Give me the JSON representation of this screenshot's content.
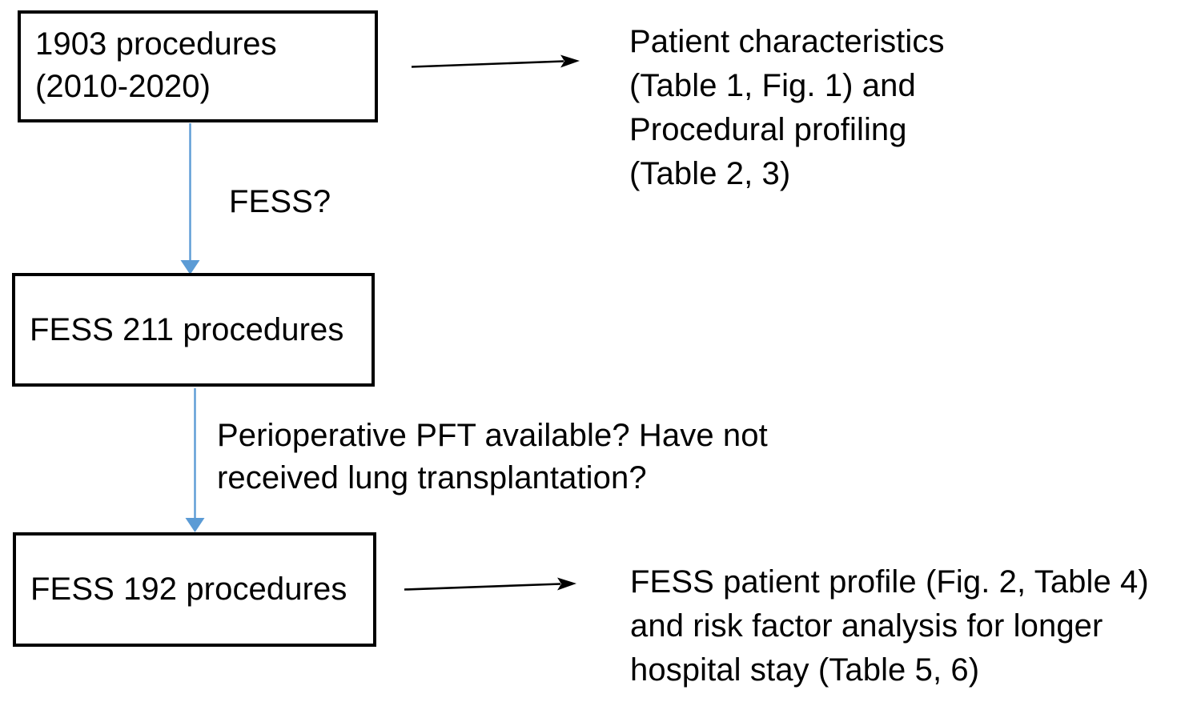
{
  "diagram": {
    "type": "flowchart",
    "title": "FESS study cohort selection flow",
    "background_color": "#ffffff",
    "box_border_color": "#000000",
    "vertical_arrow_color": "#5B9BD5",
    "horizontal_arrow_color": "#000000",
    "text_color": "#000000"
  },
  "boxes": [
    {
      "id": "cohort",
      "label": "1903 procedures\n(2010-2020)",
      "count": 1903,
      "period": "2010-2020"
    },
    {
      "id": "fess211",
      "label": "FESS 211 procedures",
      "count": 211
    },
    {
      "id": "fess192",
      "label": "FESS 192 procedures",
      "count": 192
    }
  ],
  "connector_labels": {
    "fess_question": "FESS?",
    "pft_question": "Perioperative PFT available? Have not\nreceived lung transplantation?"
  },
  "outcomes": {
    "top": "Patient characteristics\n(Table 1, Fig. 1) and\nProcedural profiling\n(Table 2, 3)",
    "bottom": "FESS patient profile (Fig. 2, Table 4)\nand risk factor analysis for longer\nhospital stay (Table 5, 6)"
  },
  "icons": {
    "down_arrow": "down-arrow-icon",
    "right_arrow": "right-arrow-icon"
  }
}
